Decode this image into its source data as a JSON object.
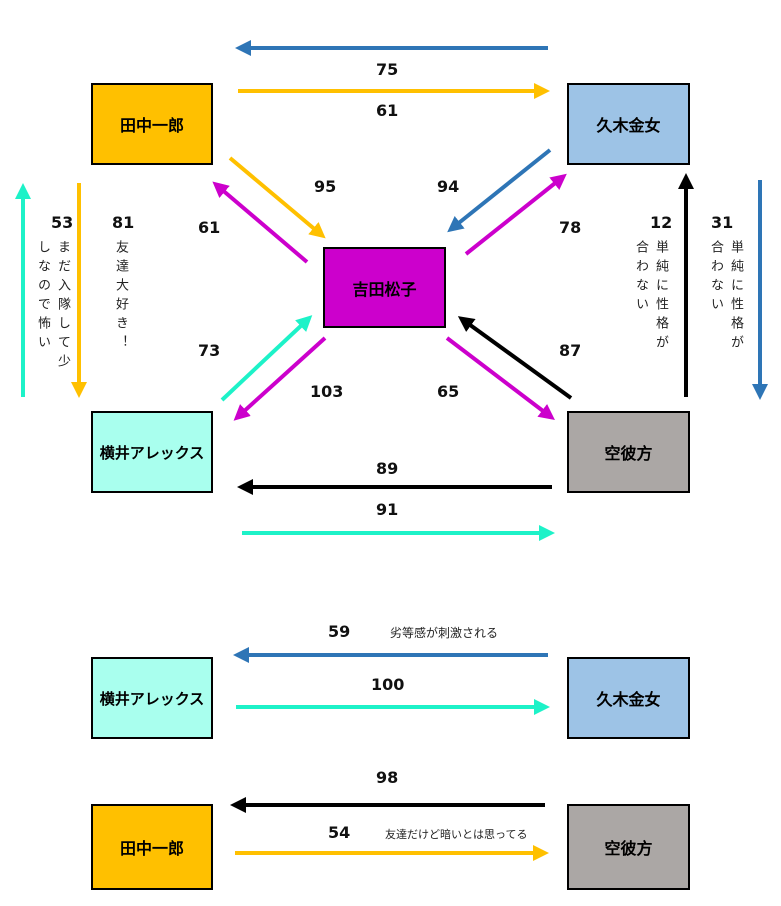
{
  "nodes": {
    "tanaka": "田中一郎",
    "kuki": "久木金女",
    "yoshida": "吉田松子",
    "yokoi": "横井アレックス",
    "sora": "空彼方",
    "yokoi2": "横井アレックス",
    "kuki2": "久木金女",
    "tanaka2": "田中一郎",
    "sora2": "空彼方"
  },
  "colors": {
    "tanaka": "#ffc000",
    "kuki": "#9dc3e6",
    "yoshida": "#cc00cc",
    "yokoi": "#a9ffee",
    "sora": "#aba7a5",
    "arrow_blue": "#2e75b6",
    "arrow_yellow": "#ffc000",
    "arrow_magenta": "#cc00cc",
    "arrow_teal": "#1df2c8",
    "arrow_black": "#000000"
  },
  "scores": {
    "kuki_to_tanaka": "75",
    "tanaka_to_kuki": "61",
    "tanaka_to_yoshida": "95",
    "yoshida_to_tanaka": "61",
    "kuki_to_yoshida": "94",
    "yoshida_to_kuki": "78",
    "yokoi_to_yoshida": "73",
    "yoshida_to_yokoi": "103",
    "yoshida_to_sora": "65",
    "sora_to_yoshida": "87",
    "sora_to_yokoi": "89",
    "yokoi_to_sora": "91",
    "yokoi_to_tanaka": "53",
    "tanaka_to_yokoi": "81",
    "sora_to_kuki": "12",
    "kuki_to_sora": "31",
    "kuki_to_yokoi": "59",
    "yokoi_to_kuki": "100",
    "sora_to_tanaka": "98",
    "tanaka_to_sora": "54"
  },
  "notes": {
    "yokoi_to_tanaka": "まだ入隊して少しなので怖い",
    "tanaka_to_yokoi": "友達大好き！",
    "sora_to_kuki": "単純に性格が合わない",
    "kuki_to_sora": "単純に性格が合わない",
    "kuki_to_yokoi": "劣等感が刺激される",
    "tanaka_to_sora": "友達だけど暗いとは思ってる"
  }
}
